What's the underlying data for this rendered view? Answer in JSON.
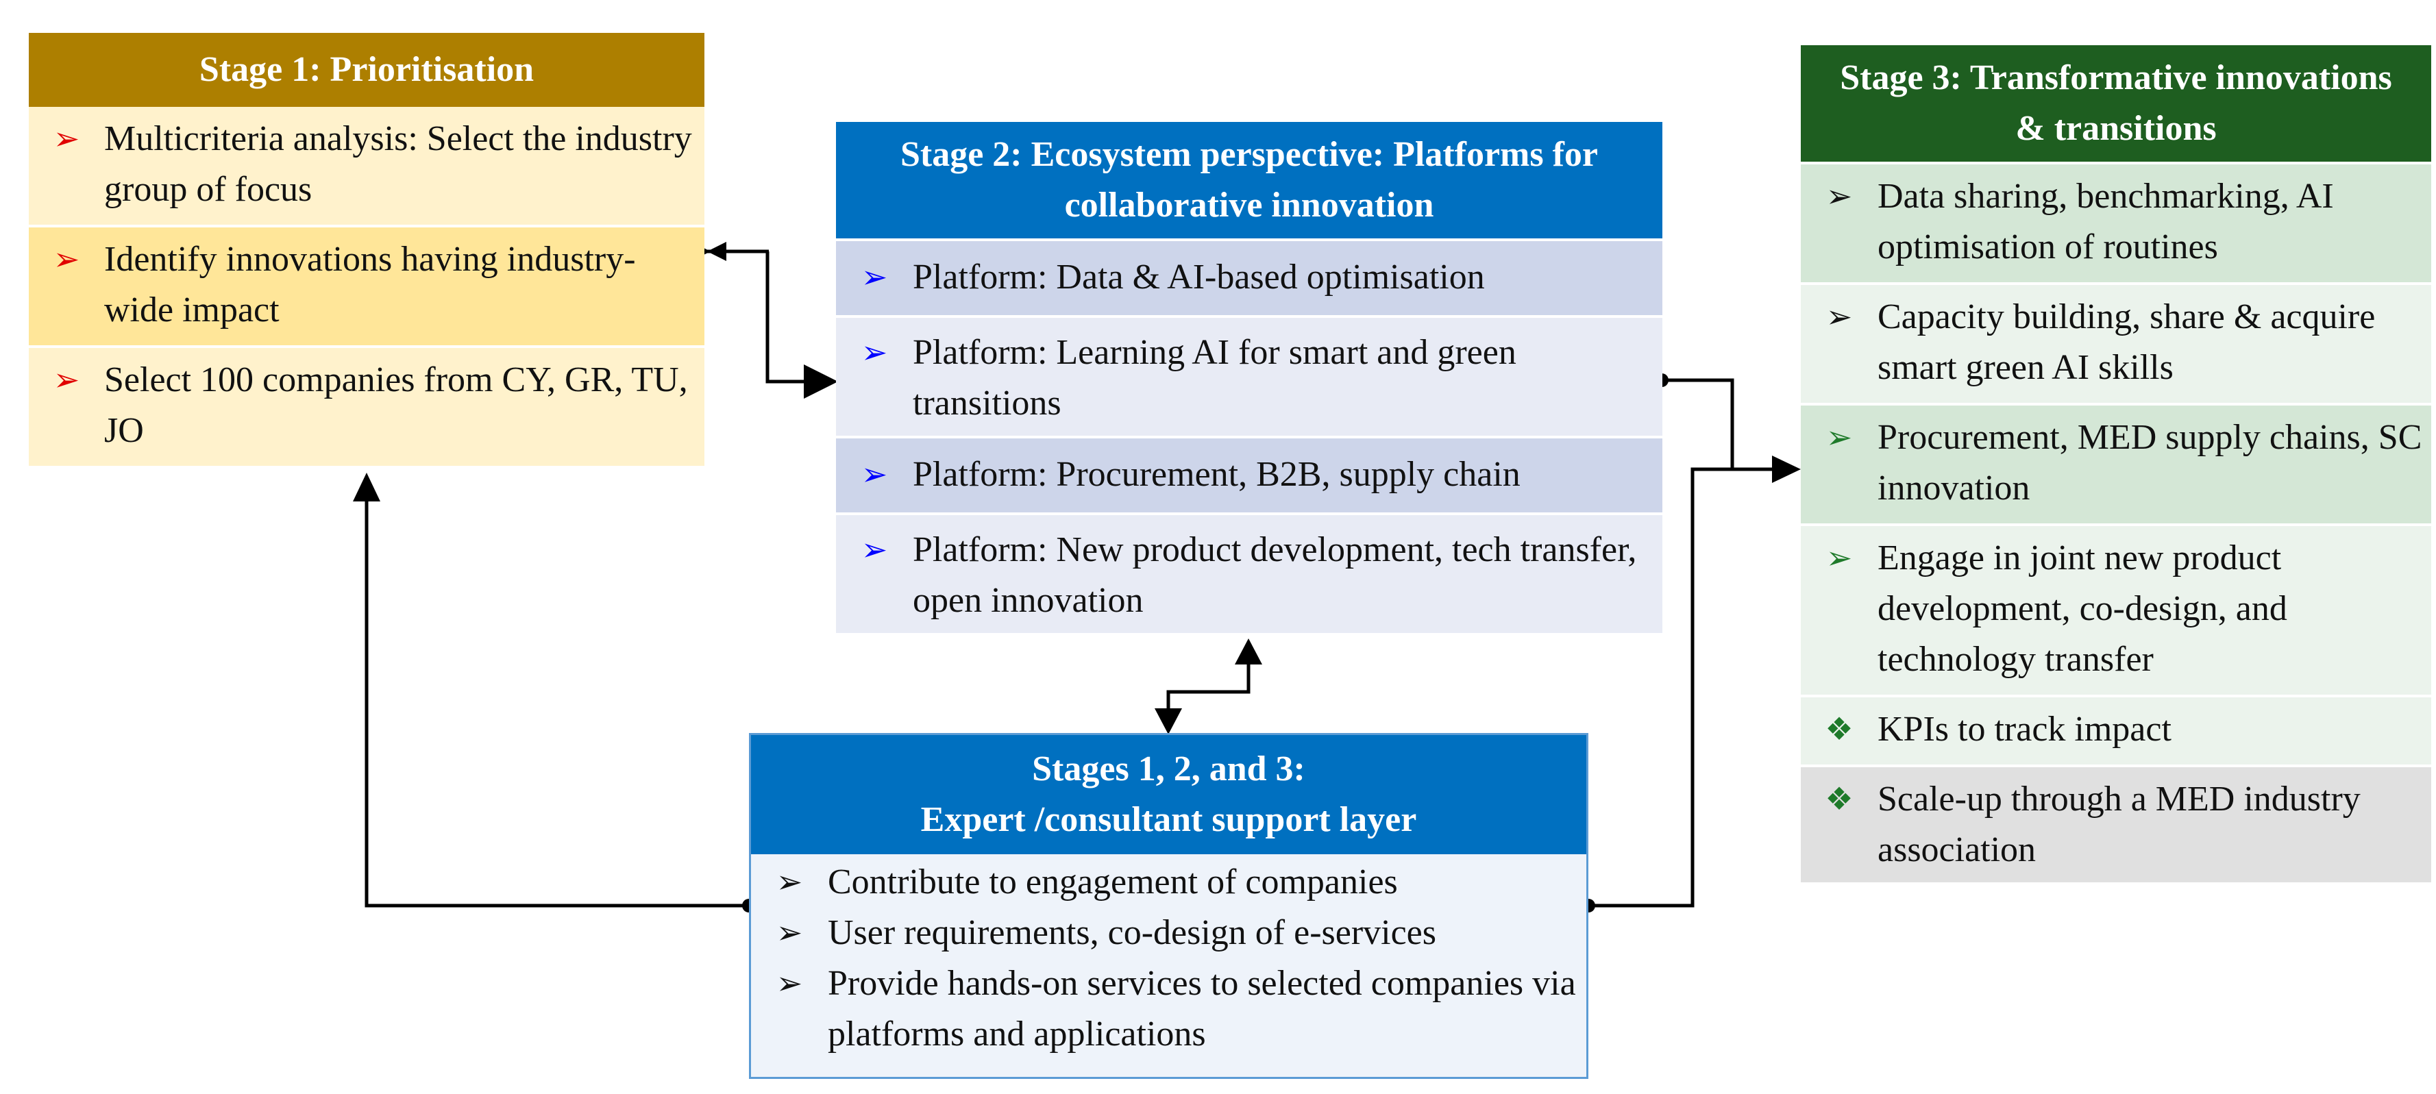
{
  "stage1": {
    "title": "Stage 1: Prioritisation",
    "bullet": "➢",
    "items": [
      "Multicriteria analysis: Select the industry group of focus",
      "Identify innovations having industry-wide impact",
      "Select 100 companies from CY, GR, TU, JO"
    ]
  },
  "stage2": {
    "title": "Stage 2: Ecosystem perspective: Platforms for collaborative innovation",
    "bullet": "➢",
    "items": [
      "Platform: Data & AI-based optimisation",
      "Platform: Learning AI for smart and green transitions",
      "Platform: Procurement, B2B, supply chain",
      "Platform: New product development, tech transfer, open innovation"
    ]
  },
  "support": {
    "title_line1": "Stages 1, 2, and 3:",
    "title_line2": "Expert /consultant support layer",
    "bullet": "➢",
    "items": [
      "Contribute to engagement of companies",
      "User requirements, co-design of e-services",
      "Provide hands-on services to selected companies via platforms and applications"
    ]
  },
  "stage3": {
    "title": "Stage 3: Transformative innovations & transitions",
    "arrow_bullet": "➢",
    "diamond_bullet": "❖",
    "items": [
      "Data sharing, benchmarking, AI optimisation of routines",
      "Capacity building, share & acquire smart green AI skills",
      "Procurement, MED supply chains, SC innovation",
      "Engage in joint new product development, co-design, and technology transfer",
      "KPIs to track impact",
      "Scale-up through a MED industry association"
    ]
  },
  "colors": {
    "stage1_header": "#AD7F00",
    "stage1_light": "#FFF2CC",
    "stage1_mid": "#FFE699",
    "stage1_bullet": "#E00000",
    "stage2_header": "#0070C0",
    "stage2_dark_row": "#CDD5EA",
    "stage2_light_row": "#E8EBF5",
    "stage2_bullet": "#0000FF",
    "support_header": "#0070C0",
    "support_body": "#EEF3FA",
    "stage3_header": "#1E5E20",
    "stage3_green_row": "#D4E7D6",
    "stage3_light_row": "#EBF3EC",
    "stage3_gray_row": "#E0E0E0",
    "stage3_bullet_green": "#1E7A2A"
  }
}
